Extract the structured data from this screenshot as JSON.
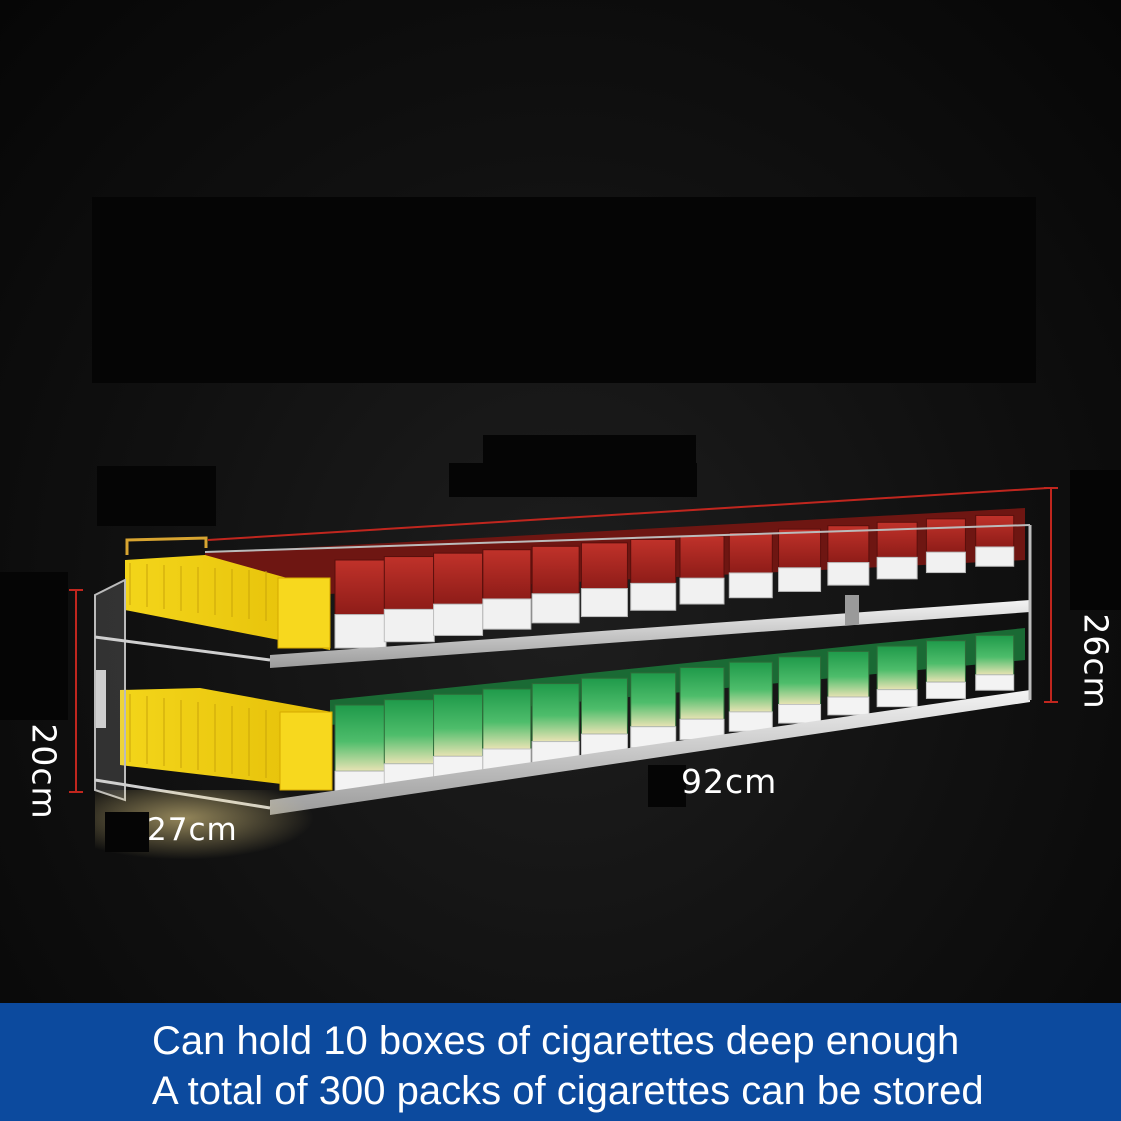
{
  "image": {
    "subject": "two-tier acrylic cigarette display shelf",
    "background_color": "#0b0b0b",
    "caption_bar_color": "#0c4a9e"
  },
  "dimensions": {
    "width_label": "92cm",
    "height_right_label": "26cm",
    "height_left_label": "20cm",
    "depth_label": "27cm"
  },
  "caption": {
    "line1": "Can hold 10 boxes of cigarettes deep enough",
    "line2": "A total of 300 packs of cigarettes can be stored"
  }
}
